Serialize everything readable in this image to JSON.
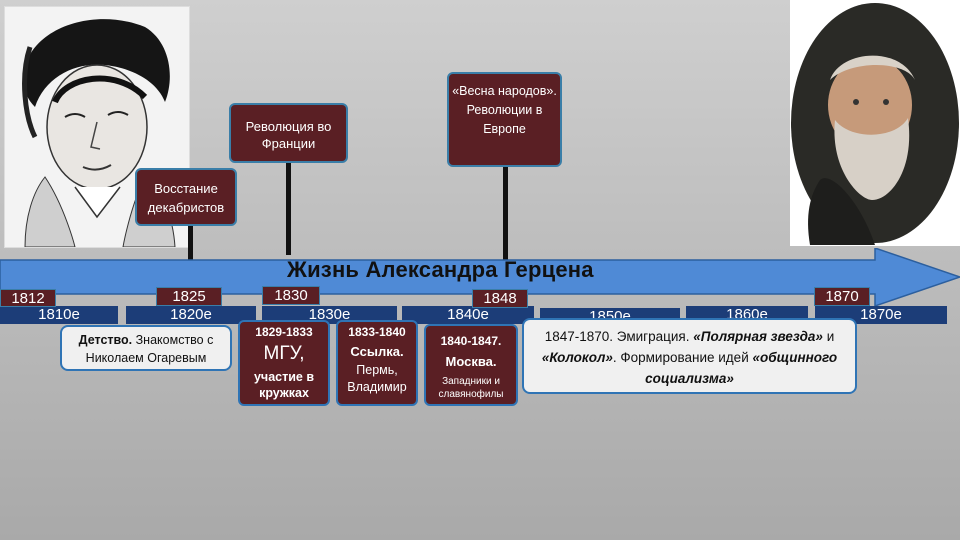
{
  "timeline": {
    "title": "Жизнь Александра Герцена",
    "years": {
      "y1812": "1812",
      "y1825": "1825",
      "y1830": "1830",
      "y1848": "1848",
      "y1870": "1870"
    },
    "decades": {
      "d1810": "1810е",
      "d1820": "1820е",
      "d1830": "1830е",
      "d1840": "1840е",
      "d1850": "1850е",
      "d1860": "1860е",
      "d1870": "1870е"
    }
  },
  "events": {
    "revolution_france": "Революция во Франции",
    "spring_of_nations": "«Весна народов». Революции в Европе",
    "decembrists": "Восстание декабристов"
  },
  "periods": {
    "childhood": {
      "bold": "Детство.",
      "text": " Знакомство с Николаем Огаревым"
    },
    "mgu": {
      "dates": "1829-1833",
      "main": "МГУ",
      "comma": ",",
      "extra": "участие в кружках"
    },
    "exile": {
      "dates": "1833-1840",
      "main": "Ссылка.",
      "extra": "Пермь, Владимир"
    },
    "moscow": {
      "dates": "1840-1847.",
      "main": "Москва.",
      "extra": "Западники и славянофилы"
    },
    "emigration": {
      "dates": "1847-1870. Эмиграция.",
      "t1": "«Полярная звезда»",
      "t2": " и ",
      "t3": "«Колокол»",
      "t4": ". Формирование идей ",
      "t5": "«общинного социализма»"
    }
  },
  "colors": {
    "accent": "#3a7ea8",
    "maroon": "#5a1f24",
    "navy": "#1c3d78"
  }
}
